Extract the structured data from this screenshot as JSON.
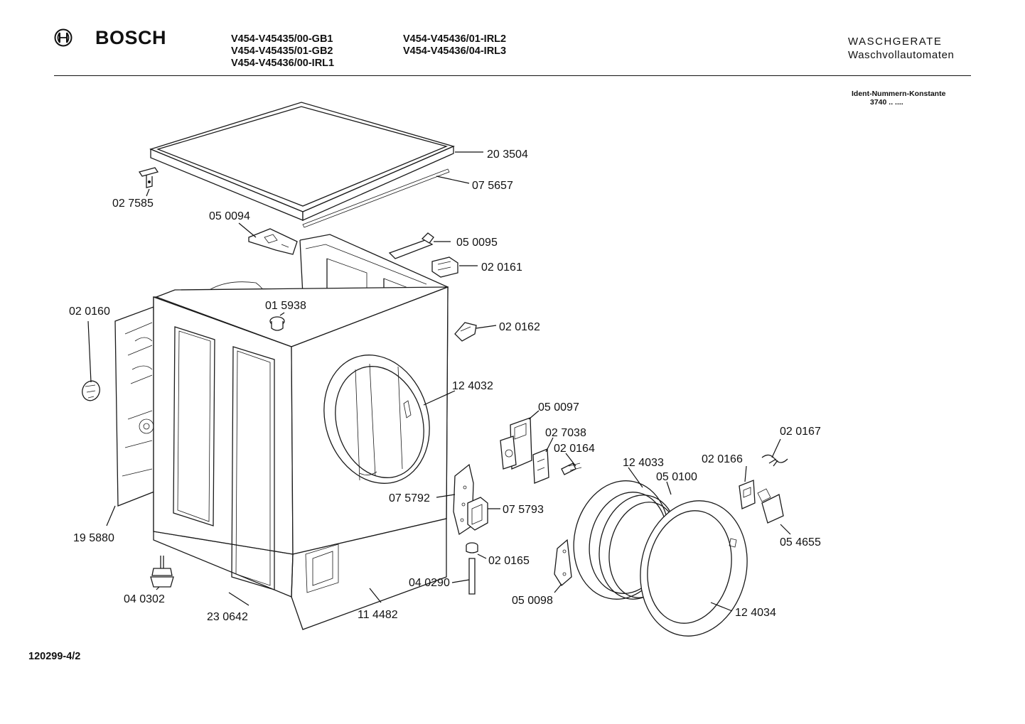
{
  "header": {
    "brand": "BOSCH",
    "models_left": [
      "V454-V45435/00-GB1",
      "V454-V45435/01-GB2",
      "V454-V45436/00-IRL1"
    ],
    "models_right": [
      "V454-V45436/01-IRL2",
      "V454-V45436/04-IRL3"
    ],
    "category": "WASCHGERATE",
    "subcategory": "Waschvollautomaten"
  },
  "ident": {
    "label": "Ident-Nummern-Konstante",
    "value": "3740 .. ...."
  },
  "document_number": "120299-4/2",
  "parts": [
    {
      "id": "p203504",
      "label": "20 3504"
    },
    {
      "id": "p075657",
      "label": "07 5657"
    },
    {
      "id": "p027585",
      "label": "02 7585"
    },
    {
      "id": "p050094",
      "label": "05 0094"
    },
    {
      "id": "p050095",
      "label": "05 0095"
    },
    {
      "id": "p020161",
      "label": "02 0161"
    },
    {
      "id": "p020160",
      "label": "02 0160"
    },
    {
      "id": "p015938",
      "label": "01 5938"
    },
    {
      "id": "p020162",
      "label": "02 0162"
    },
    {
      "id": "p124032",
      "label": "12 4032"
    },
    {
      "id": "p050097",
      "label": "05 0097"
    },
    {
      "id": "p027038",
      "label": "02 7038"
    },
    {
      "id": "p020164",
      "label": "02 0164"
    },
    {
      "id": "p020167",
      "label": "02 0167"
    },
    {
      "id": "p124033",
      "label": "12 4033"
    },
    {
      "id": "p020166",
      "label": "02 0166"
    },
    {
      "id": "p050100",
      "label": "05 0100"
    },
    {
      "id": "p075792",
      "label": "07 5792"
    },
    {
      "id": "p075793",
      "label": "07 5793"
    },
    {
      "id": "p054655",
      "label": "05 4655"
    },
    {
      "id": "p195880",
      "label": "19 5880"
    },
    {
      "id": "p020165",
      "label": "02 0165"
    },
    {
      "id": "p040290",
      "label": "04 0290"
    },
    {
      "id": "p050098",
      "label": "05 0098"
    },
    {
      "id": "p040302",
      "label": "04 0302"
    },
    {
      "id": "p124034",
      "label": "12 4034"
    },
    {
      "id": "p230642",
      "label": "23 0642"
    },
    {
      "id": "p114482",
      "label": "11 4482"
    }
  ]
}
